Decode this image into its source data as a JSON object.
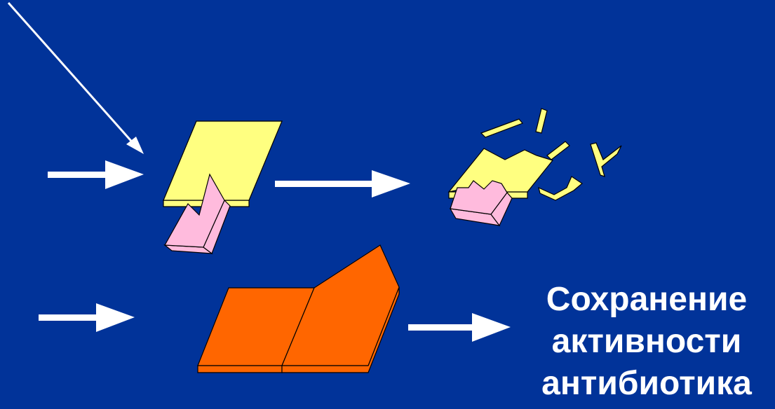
{
  "colors": {
    "background": "#013399",
    "arrow": "#ffffff",
    "intact_molecule": "#ffff80",
    "enzyme_wedge": "#ffbbdd",
    "protected_molecule": "#ff6600",
    "outline": "#000000"
  },
  "result": {
    "lines": [
      "Сохранение",
      "активности",
      "антибиотика"
    ]
  }
}
